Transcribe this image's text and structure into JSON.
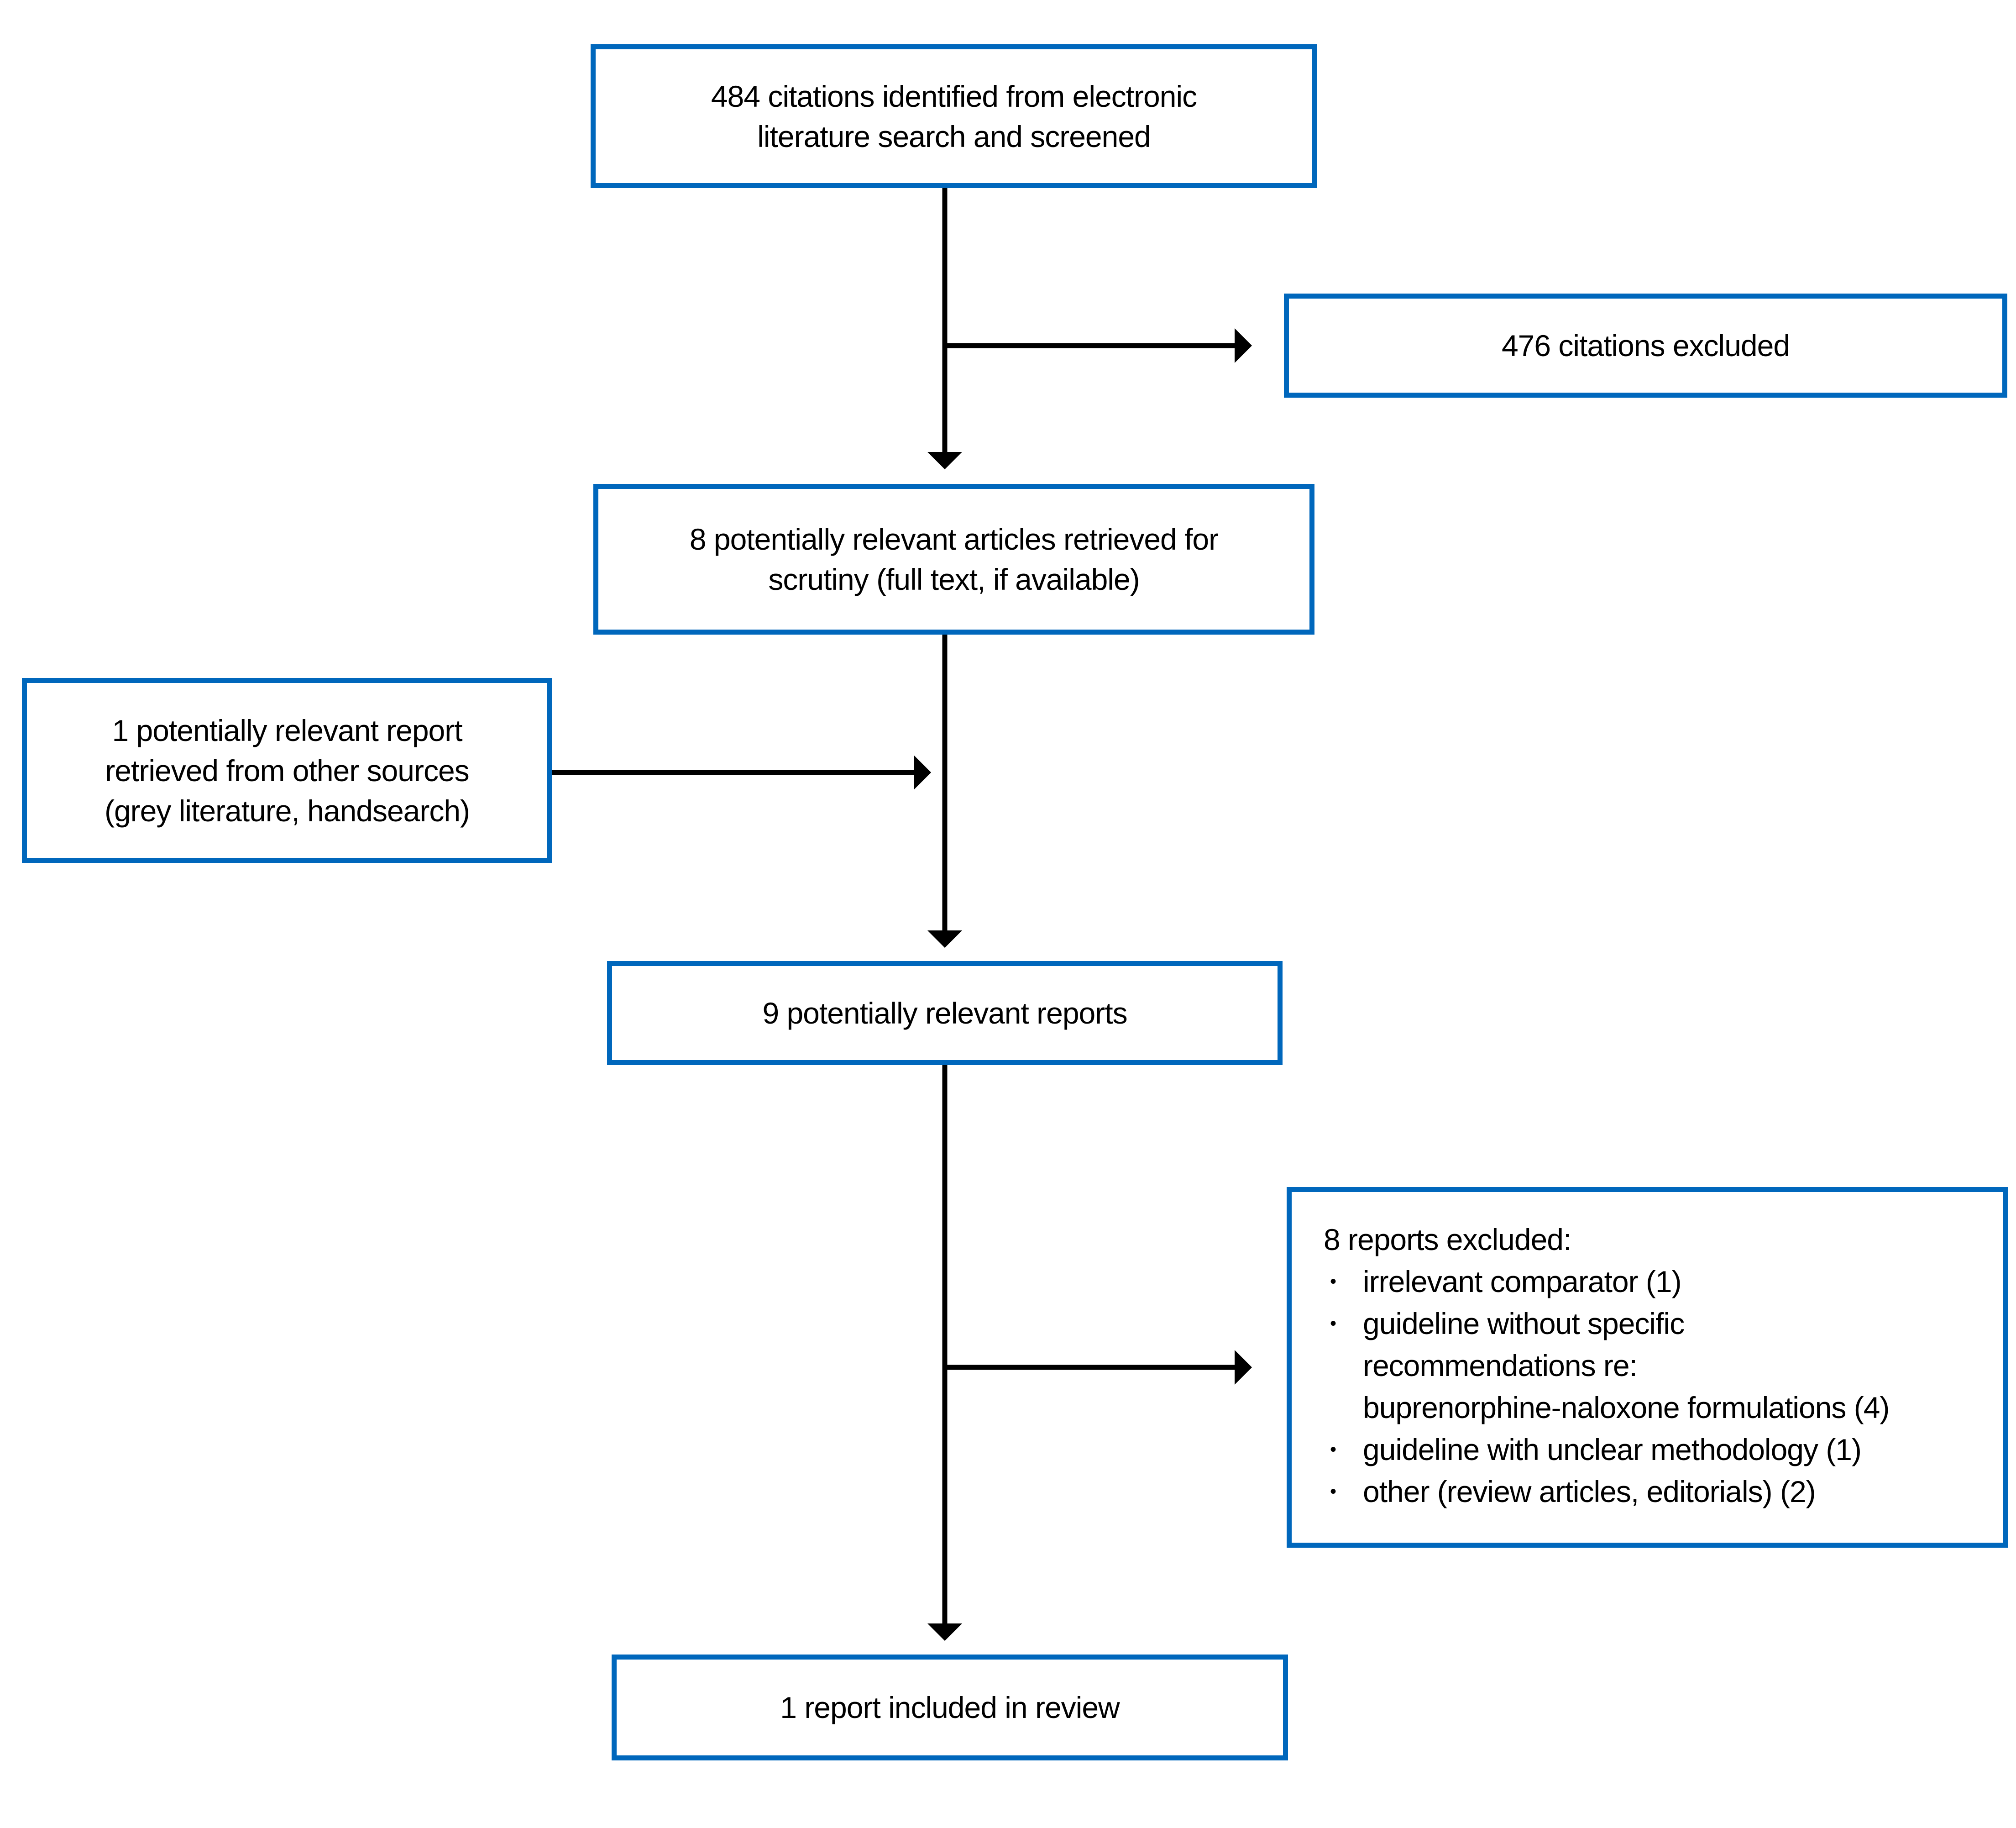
{
  "diagram": {
    "background": "#ffffff",
    "colors": {
      "box_border": "#0067bc",
      "text": "#000000",
      "arrow": "#000000"
    },
    "bullet_char": "•",
    "boxes": {
      "identified": {
        "text": "484 citations identified from electronic\nliterature search and screened"
      },
      "citations_excluded": {
        "text": "476 citations excluded"
      },
      "retrieved": {
        "text": "8 potentially relevant articles retrieved for\nscrutiny (full text, if available)"
      },
      "other_sources": {
        "text": "1 potentially relevant report\nretrieved from other sources\n(grey literature, handsearch)"
      },
      "relevant_reports": {
        "text": "9 potentially relevant reports"
      },
      "reports_excluded": {
        "title": "8 reports excluded:",
        "bullets": [
          "irrelevant comparator (1)",
          "guideline without specific\nrecommendations re:\nbuprenorphine-naloxone formulations (4)",
          "guideline with unclear methodology (1)",
          "other (review articles, editorials) (2)"
        ]
      },
      "included": {
        "text": "1 report included in review"
      }
    }
  }
}
